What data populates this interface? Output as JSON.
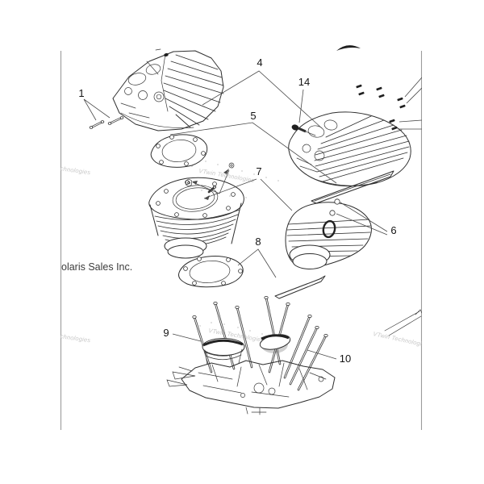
{
  "page": {
    "background": "#ffffff",
    "border_color": "#9c9c9c",
    "line_color": "#2e2e2e",
    "leader_color": "#4a4a4a",
    "label_color": "#141414",
    "watermark_color": "#c8c8c8"
  },
  "branding": {
    "clipped_text": "olaris Sales Inc."
  },
  "callouts": {
    "c1": {
      "label": "1"
    },
    "c4": {
      "label": "4"
    },
    "c5": {
      "label": "5"
    },
    "c6": {
      "label": "6"
    },
    "c7": {
      "label": "7"
    },
    "c8": {
      "label": "8"
    },
    "c9": {
      "label": "9"
    },
    "c10": {
      "label": "10"
    },
    "c14": {
      "label": "14"
    }
  },
  "watermarks": {
    "w1": {
      "text": "Technologies"
    },
    "w2": {
      "text": "VTwin Technologies"
    },
    "w3": {
      "text": "Technologies"
    },
    "w4": {
      "text": "VTwin Technologies"
    },
    "w5": {
      "text": "VTwin Technologies"
    }
  }
}
